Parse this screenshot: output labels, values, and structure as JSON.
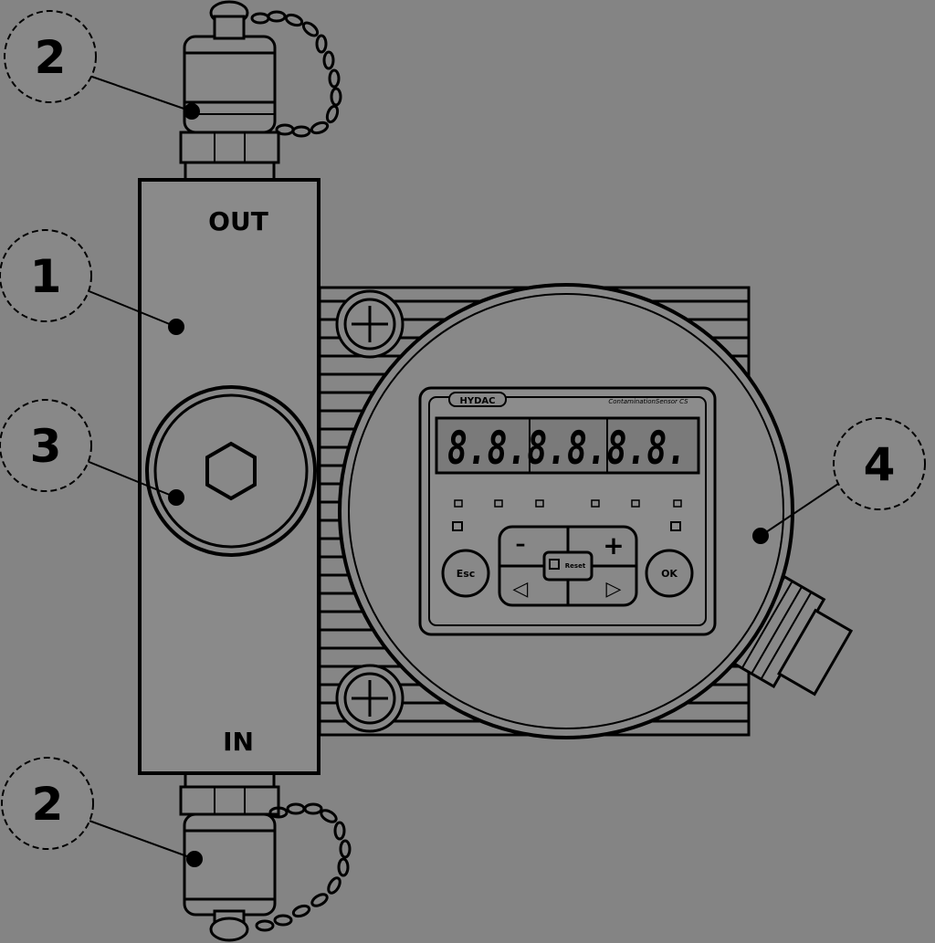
{
  "labels": {
    "out": "OUT",
    "in": "IN"
  },
  "callouts": [
    "2",
    "1",
    "3",
    "4",
    "2"
  ],
  "display": {
    "readout": "8.8.8.8.8.8.",
    "brand": "HYDAC",
    "model": "ContaminationSensor CS"
  },
  "buttons": {
    "esc": "Esc",
    "ok": "OK",
    "minus": "–",
    "plus": "+",
    "left": "◁",
    "right": "▷",
    "center": "Reset"
  },
  "colors": {
    "background": "#848484",
    "line": "#000000",
    "body_fill": "#8a8a8a"
  }
}
